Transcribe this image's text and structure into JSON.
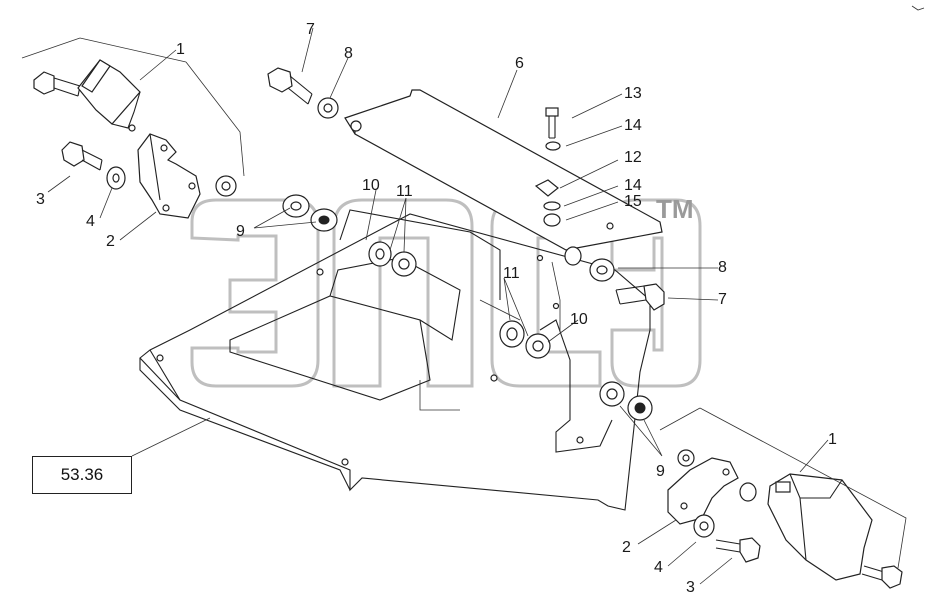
{
  "reference": {
    "label": "53.36"
  },
  "watermark": {
    "logo": "элсб",
    "trademark": "TM"
  },
  "callouts": [
    {
      "id": "c1a",
      "text": "1"
    },
    {
      "id": "c1b",
      "text": "1"
    },
    {
      "id": "c2a",
      "text": "2"
    },
    {
      "id": "c2b",
      "text": "2"
    },
    {
      "id": "c3a",
      "text": "3"
    },
    {
      "id": "c3b",
      "text": "3"
    },
    {
      "id": "c4a",
      "text": "4"
    },
    {
      "id": "c4b",
      "text": "4"
    },
    {
      "id": "c6",
      "text": "6"
    },
    {
      "id": "c7a",
      "text": "7"
    },
    {
      "id": "c7b",
      "text": "7"
    },
    {
      "id": "c8a",
      "text": "8"
    },
    {
      "id": "c8b",
      "text": "8"
    },
    {
      "id": "c9a",
      "text": "9"
    },
    {
      "id": "c9b",
      "text": "9"
    },
    {
      "id": "c10a",
      "text": "10"
    },
    {
      "id": "c10b",
      "text": "10"
    },
    {
      "id": "c11a",
      "text": "11"
    },
    {
      "id": "c11b",
      "text": "11"
    },
    {
      "id": "c12",
      "text": "12"
    },
    {
      "id": "c13",
      "text": "13"
    },
    {
      "id": "c14a",
      "text": "14"
    },
    {
      "id": "c14b",
      "text": "14"
    },
    {
      "id": "c15",
      "text": "15"
    }
  ]
}
